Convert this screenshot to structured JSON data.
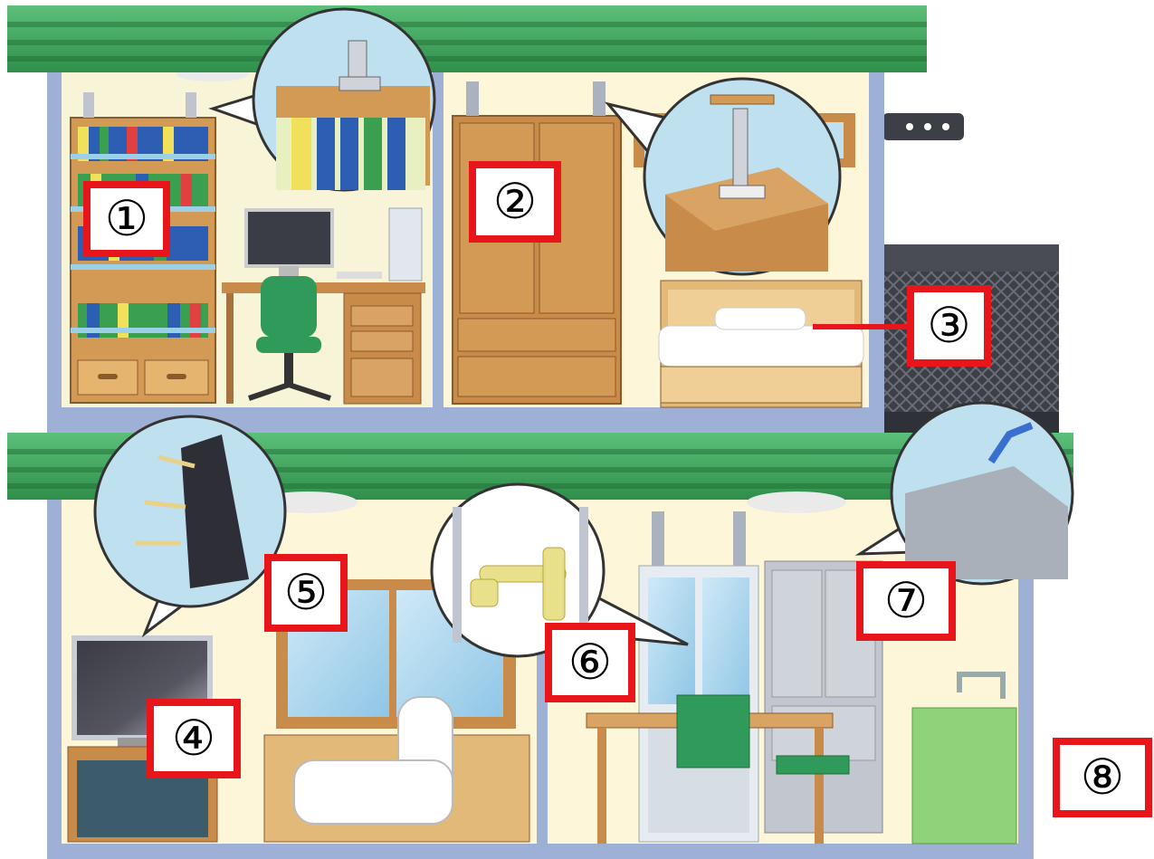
{
  "labels": {
    "bookshelf": "①",
    "wardrobe": "②",
    "bed": "③",
    "television": "④",
    "window": "⑤",
    "cupboard": "⑥",
    "refrigerator": "⑦",
    "outside": "⑧"
  },
  "colors": {
    "label_border": "#e8151b",
    "roof": "#3aa75a",
    "wall_frame": "#9fb0d6",
    "room_wall": "#fdf6d8",
    "wood": "#c98b4a"
  }
}
